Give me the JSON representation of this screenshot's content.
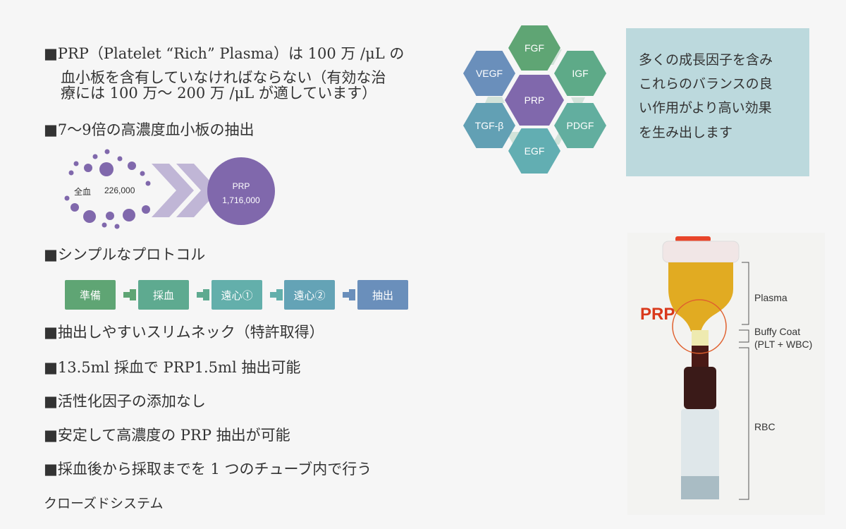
{
  "bullets": {
    "b1_line1": "■PRP（Platelet “Rich” Plasma）は 100 万 /μL の",
    "b1_line2": "血小板を含有していなければならない（有効な治",
    "b1_line3": "療には 100 万〜 200 万 /μL が適しています）",
    "b2": "■7〜9倍の高濃度血小板の抽出",
    "b3": "■シンプルなプロトコル",
    "b4": "■抽出しやすいスリムネック（特許取得）",
    "b5": "■13.5ml 採血で PRP1.5ml 抽出可能",
    "b6": "■活性化因子の添加なし",
    "b7": "■安定して高濃度の PRP 抽出が可能",
    "b8": "■採血後から採取までを 1 つのチューブ内で行う",
    "b8_cont": "クローズドシステム"
  },
  "concentration": {
    "whole_blood_label": "全血",
    "whole_blood_value": "226,000",
    "prp_label": "PRP",
    "prp_value": "1,716,000"
  },
  "protocol": [
    "準備",
    "採血",
    "遠心①",
    "遠心②",
    "抽出"
  ],
  "hexagons": {
    "center": "PRP",
    "fgf": "FGF",
    "igf": "IGF",
    "pdgf": "PDGF",
    "egf": "EGF",
    "tgf": "TGF-β",
    "vegf": "VEGF"
  },
  "info_box": [
    "多くの成長因子を含み",
    "これらのバランスの良",
    "い作用がより高い効果",
    "を生み出します"
  ],
  "tube": {
    "prp": "PRP",
    "plasma": "Plasma",
    "buffy1": "Buffy Coat",
    "buffy2": "(PLT + WBC)",
    "rbc": "RBC"
  },
  "colors": {
    "purple": "#8068ac",
    "green": "#5fa574"
  }
}
